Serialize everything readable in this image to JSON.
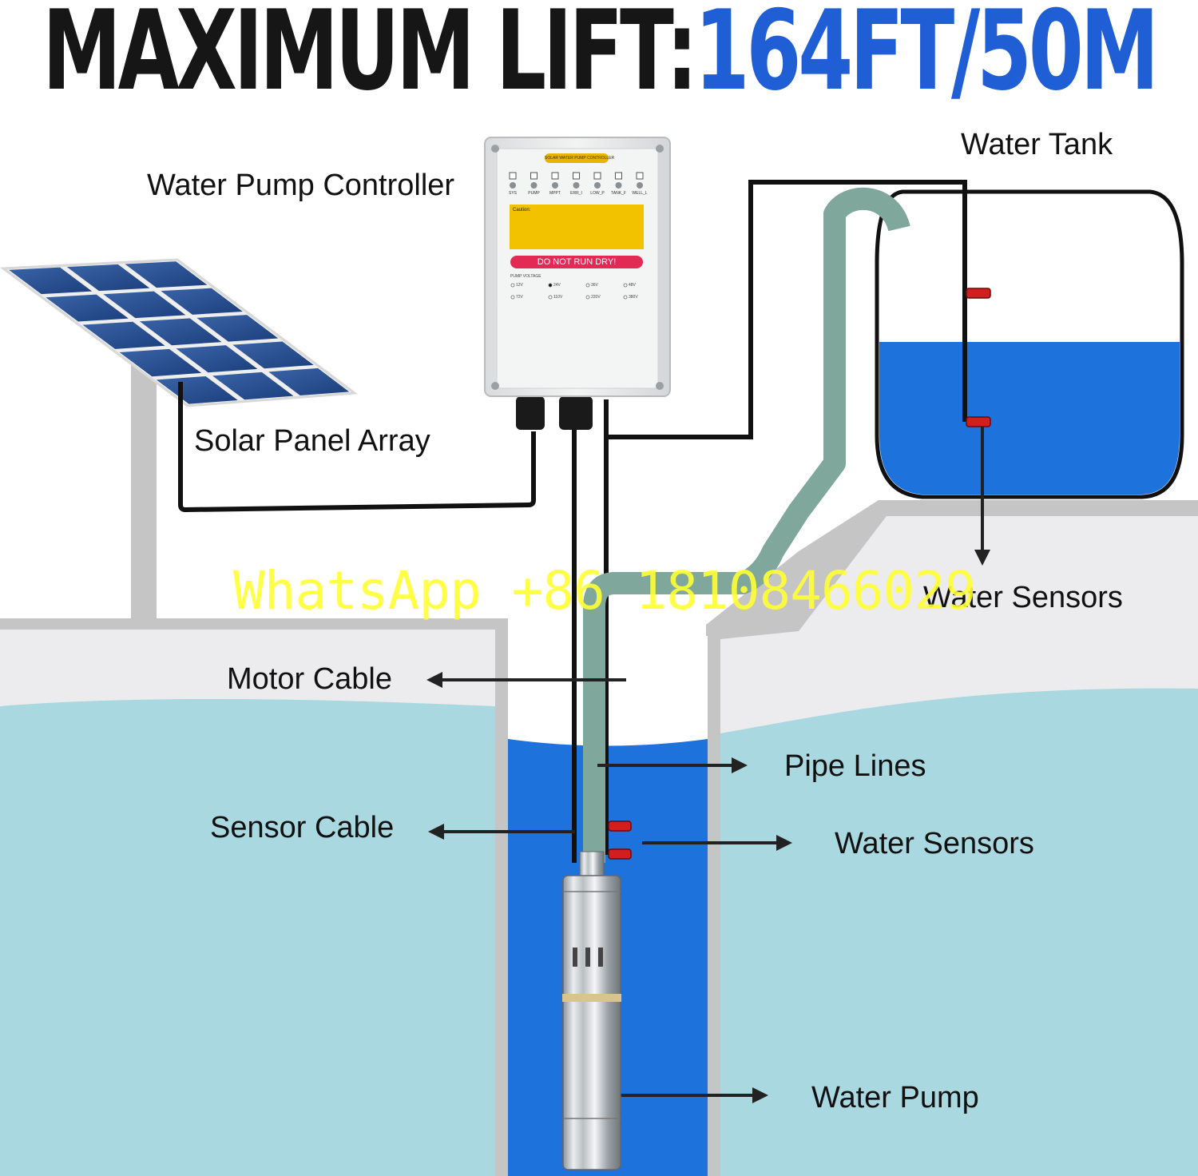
{
  "headline": {
    "prefix": "MAXIMUM LIFT:",
    "value": "164FT/50M"
  },
  "labels": {
    "controller": "Water Pump Controller",
    "tank": "Water Tank",
    "solar": "Solar Panel Array",
    "tank_sensors": "Water Sensors",
    "motor_cable": "Motor Cable",
    "pipe_lines": "Pipe Lines",
    "sensor_cable": "Sensor Cable",
    "well_sensors": "Water Sensors",
    "water_pump": "Water Pump"
  },
  "controller_panel": {
    "brand_label": "SOLAR WATER PUMP CONTROLLER",
    "indicators": [
      "SYS",
      "PUMP",
      "MPPT",
      "ERR_I",
      "LOW_P",
      "TANK_F",
      "WELL_L"
    ],
    "caution_title": "Caution:",
    "warning": "DO NOT RUN DRY!",
    "voltage_title": "PUMP VOLTAGE",
    "voltages": [
      "12V",
      "24V",
      "36V",
      "48V",
      "72V",
      "110V",
      "220V",
      "380V"
    ],
    "selected_voltage": "24V"
  },
  "watermark": "WhatsApp +86 18108466029",
  "colors": {
    "title_dark": "#161616",
    "title_blue": "#1f5ed4",
    "well_water": "#1d72dc",
    "ground_water": "#a9d8e0",
    "pipe": "#7fa79c",
    "sensor": "#d21e1e",
    "controller_warning": "#e22a55",
    "caution_box": "#f2c200"
  }
}
